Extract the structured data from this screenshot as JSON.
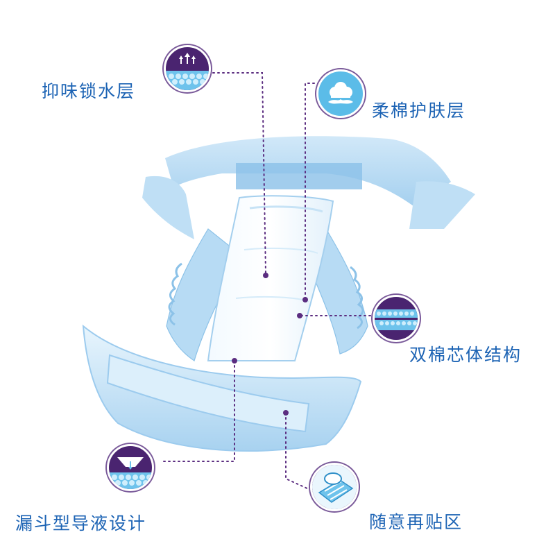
{
  "features": {
    "odor_lock": {
      "label": "抑味锁水层",
      "icon": "layer-arrows-icon"
    },
    "soft_cotton": {
      "label": "柔棉护肤层",
      "icon": "cotton-cloud-icon"
    },
    "double_core": {
      "label": "双棉芯体结构",
      "icon": "double-core-layer-icon"
    },
    "funnel_design": {
      "label": "漏斗型导液设计",
      "icon": "funnel-arrows-icon"
    },
    "refastening": {
      "label": "随意再贴区",
      "icon": "tape-fastener-icon"
    }
  },
  "colors": {
    "label_text": "#1c63b4",
    "badge_bg": "#4a2470",
    "leader_line": "#5b2d80",
    "diaper_light": "#dff0fb",
    "diaper_mid": "#a9d4f0",
    "diaper_dark": "#6fb1e0"
  }
}
